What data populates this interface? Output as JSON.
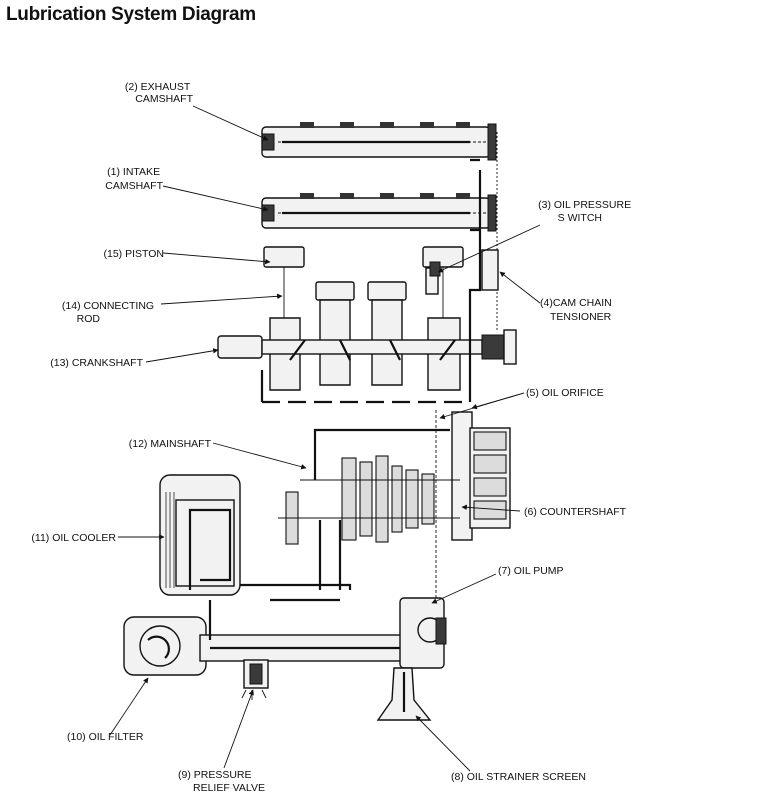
{
  "title": "Lubrication System Diagram",
  "labels": {
    "exhaust_camshaft": [
      "(2) EXHAUST",
      "CAMSHAFT"
    ],
    "intake_camshaft": [
      "(1) INTAKE",
      "CAMSHAFT"
    ],
    "oil_pressure_switch": [
      "(3) OIL PRESSURE",
      "S WITCH"
    ],
    "piston": [
      "(15) PISTON"
    ],
    "connecting_rod": [
      "(14) CONNECTING",
      "ROD"
    ],
    "cam_chain_tensioner": [
      "(4)CAM CHAIN",
      "TENSIONER"
    ],
    "crankshaft": [
      "(13) CRANKSHAFT"
    ],
    "oil_orifice": [
      "(5) OIL ORIFICE"
    ],
    "mainshaft": [
      "(12) MAINSHAFT"
    ],
    "countershaft": [
      "(6) COUNTERSHAFT"
    ],
    "oil_cooler": [
      "(11) OIL COOLER"
    ],
    "oil_pump": [
      "(7) OIL PUMP"
    ],
    "oil_filter": [
      "(10) OIL FILTER"
    ],
    "pressure_relief_valve": [
      "(9) PRESSURE",
      "RELIEF VALVE"
    ],
    "oil_strainer_screen": [
      "(8) OIL STRAINER SCREEN"
    ]
  }
}
